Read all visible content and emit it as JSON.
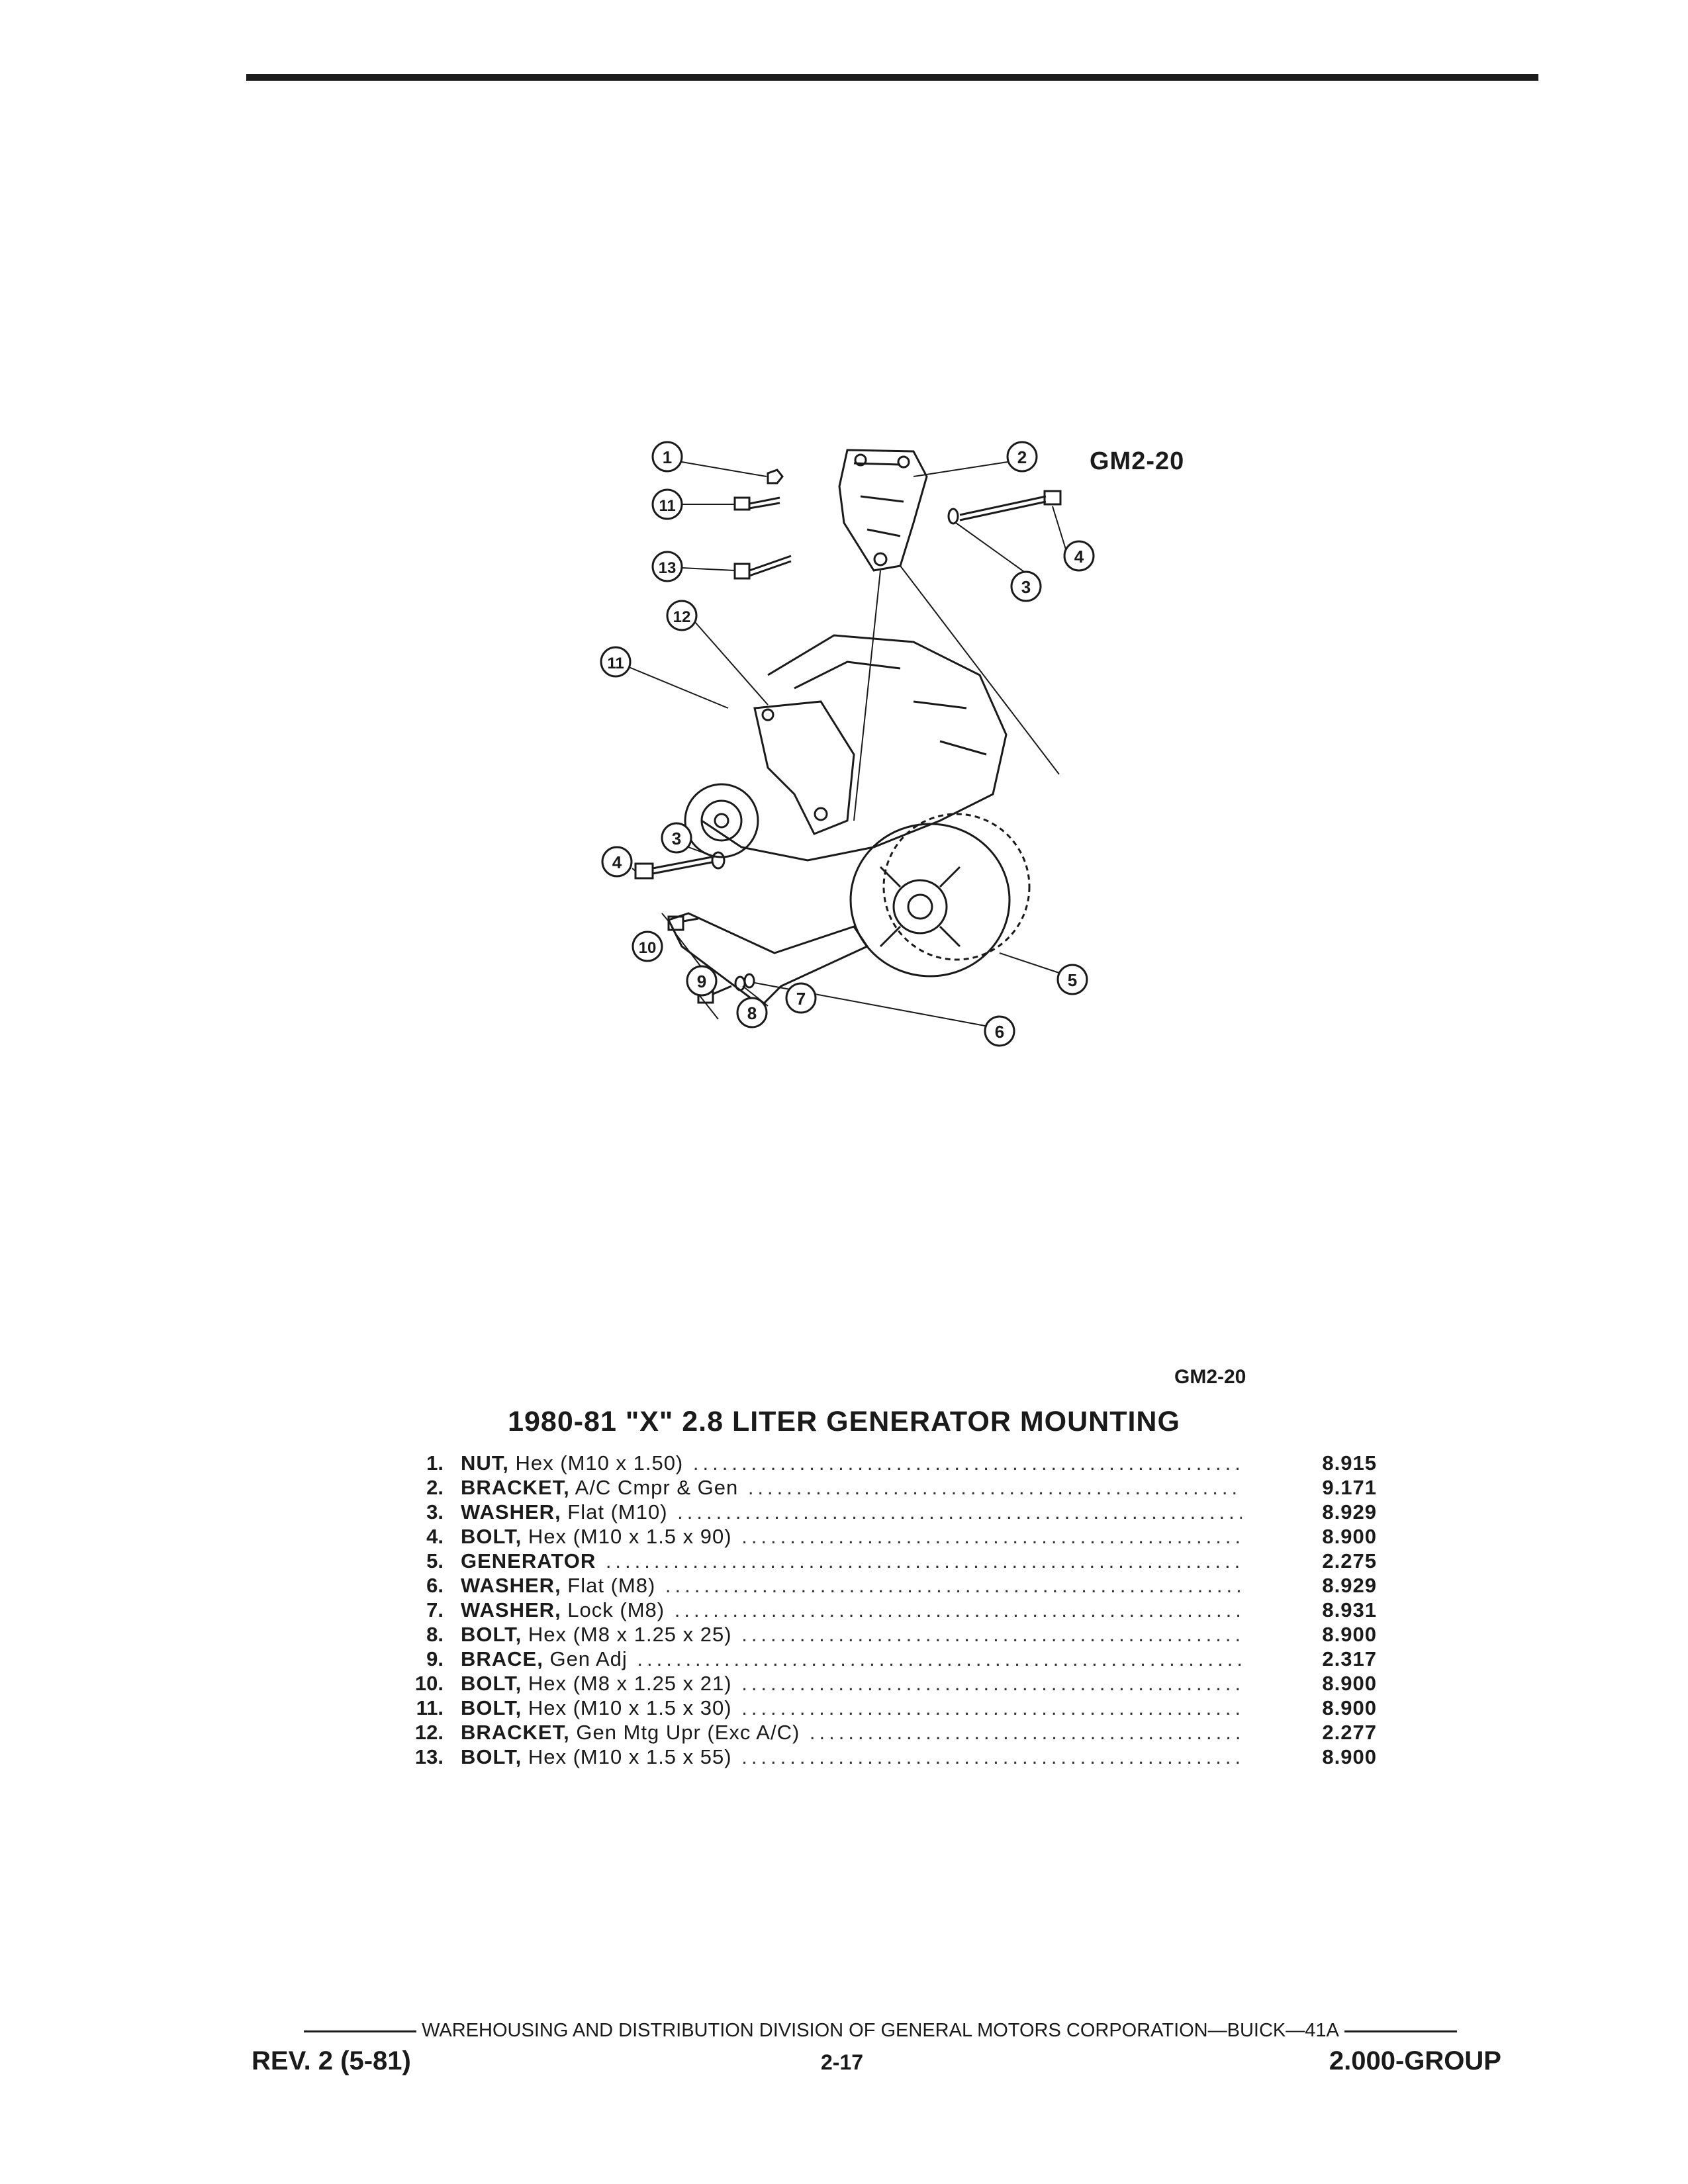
{
  "figure": {
    "label_top": "GM2-20",
    "label_bottom": "GM2-20",
    "callouts": [
      "1",
      "11",
      "13",
      "12",
      "11",
      "2",
      "3",
      "4",
      "3",
      "4",
      "10",
      "9",
      "8",
      "7",
      "6",
      "5"
    ]
  },
  "title": "1980-81 \"X\" 2.8 LITER GENERATOR MOUNTING",
  "parts": [
    {
      "num": "1.",
      "name": "NUT,",
      "spec": " Hex (M10 x 1.50)",
      "code": "8.915"
    },
    {
      "num": "2.",
      "name": "BRACKET,",
      "spec": " A/C Cmpr & Gen",
      "code": "9.171"
    },
    {
      "num": "3.",
      "name": "WASHER,",
      "spec": " Flat (M10)",
      "code": "8.929"
    },
    {
      "num": "4.",
      "name": "BOLT,",
      "spec": " Hex (M10 x 1.5 x 90)",
      "code": "8.900"
    },
    {
      "num": "5.",
      "name": "GENERATOR",
      "spec": "",
      "code": "2.275"
    },
    {
      "num": "6.",
      "name": "WASHER,",
      "spec": " Flat (M8)",
      "code": "8.929"
    },
    {
      "num": "7.",
      "name": "WASHER,",
      "spec": " Lock (M8)",
      "code": "8.931"
    },
    {
      "num": "8.",
      "name": "BOLT,",
      "spec": " Hex (M8 x 1.25 x 25)",
      "code": "8.900"
    },
    {
      "num": "9.",
      "name": "BRACE,",
      "spec": " Gen Adj",
      "code": "2.317"
    },
    {
      "num": "10.",
      "name": "BOLT,",
      "spec": " Hex (M8 x 1.25 x 21)",
      "code": "8.900"
    },
    {
      "num": "11.",
      "name": "BOLT,",
      "spec": " Hex (M10 x 1.5 x 30)",
      "code": "8.900"
    },
    {
      "num": "12.",
      "name": "BRACKET,",
      "spec": " Gen Mtg Upr (Exc A/C)",
      "code": "2.277"
    },
    {
      "num": "13.",
      "name": "BOLT,",
      "spec": " Hex (M10 x 1.5 x 55)",
      "code": "8.900"
    }
  ],
  "footer": {
    "division": "WAREHOUSING AND DISTRIBUTION  DIVISION OF GENERAL MOTORS CORPORATION—BUICK—41A",
    "revision": "REV. 2 (5-81)",
    "page": "2-17",
    "group": "2.000-GROUP"
  }
}
